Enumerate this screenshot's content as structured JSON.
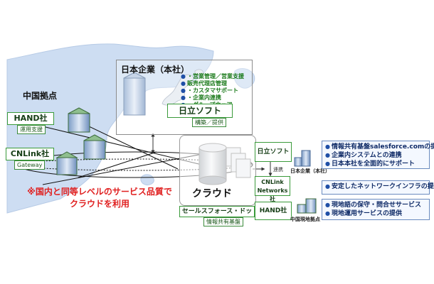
{
  "china_hub": {
    "title": "中国拠点"
  },
  "hand": {
    "title": "HAND社",
    "sub": "運用支援"
  },
  "cnlink": {
    "title": "CNLink社",
    "sub": "Gateway"
  },
  "note": {
    "line1": "※国内と同等レベルのサービス品質で",
    "line2": "クラウドを利用"
  },
  "hq": {
    "title": "日本企業（本社）",
    "items": [
      "・営業管理／営業支援",
      "販売代理店管理",
      "・カスタマサポート",
      "・企業内連携",
      "・グループウェア"
    ],
    "hitachi": "日立ソフト",
    "hitachi_sub": "構築／提供"
  },
  "cloud": {
    "title": "クラウド",
    "provider": "セールスフォース・ドットコム",
    "sub": "情報共有基盤"
  },
  "right": {
    "hitachi": "日立ソフト",
    "renkei": "連携",
    "cnlink_line1": "CNLink",
    "cnlink_line2": "Networks社",
    "hand": "HAND社",
    "hq_label": "日本企業（本社）",
    "china_label": "中国現地拠点",
    "top_items": [
      "情報共有基盤salesforce.comの提供",
      "企業内システムとの連携",
      "日本本社を全面的にサポート"
    ],
    "mid_items": [
      "安定したネットワークインフラの提供"
    ],
    "bot_items": [
      "現地語の保守・問合せサービス",
      "現地運用サービスの提供"
    ]
  },
  "colors": {
    "map": "#cdddf2",
    "green": "#3a9a3a",
    "navy": "#1f4fa6",
    "red": "#e02020"
  }
}
